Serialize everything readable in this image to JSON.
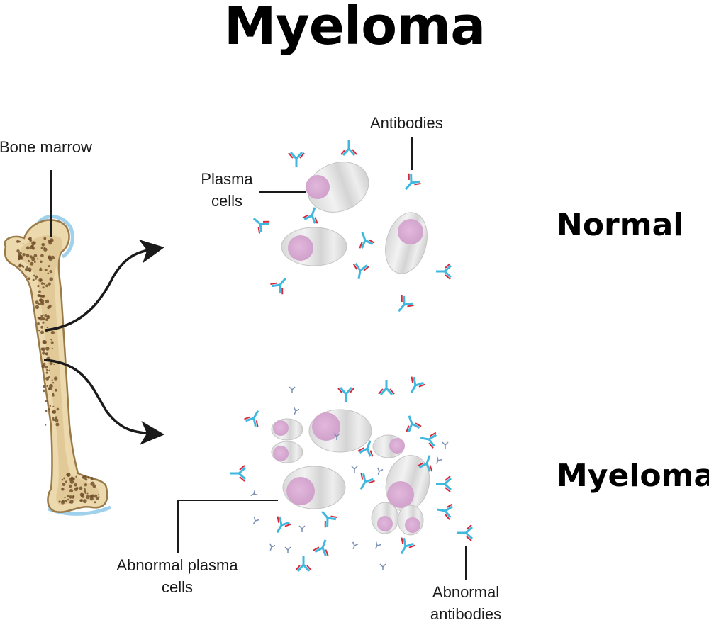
{
  "title": "Myeloma",
  "sections": {
    "normal": "Normal",
    "myeloma": "Myeloma"
  },
  "labels": {
    "bone_marrow": "Bone marrow",
    "antibodies": "Antibodies",
    "plasma_cells": [
      "Plasma",
      "cells"
    ],
    "abnormal_plasma_cells": [
      "Abnormal plasma",
      "cells"
    ],
    "abnormal_antibodies": [
      "Abnormal",
      "antibodies"
    ]
  },
  "colors": {
    "bone": "#ecd9ad",
    "bone_outline": "#9a7a48",
    "marrow_spot": "#6b4a26",
    "cartilage": "#9fd0ec",
    "cell_body": "#e0e0e0",
    "nucleus": "#dcb0d6",
    "antibody_blue": "#3fb8e0",
    "antibody_red": "#d8283a",
    "small_antibody": "#7a8fb3"
  }
}
